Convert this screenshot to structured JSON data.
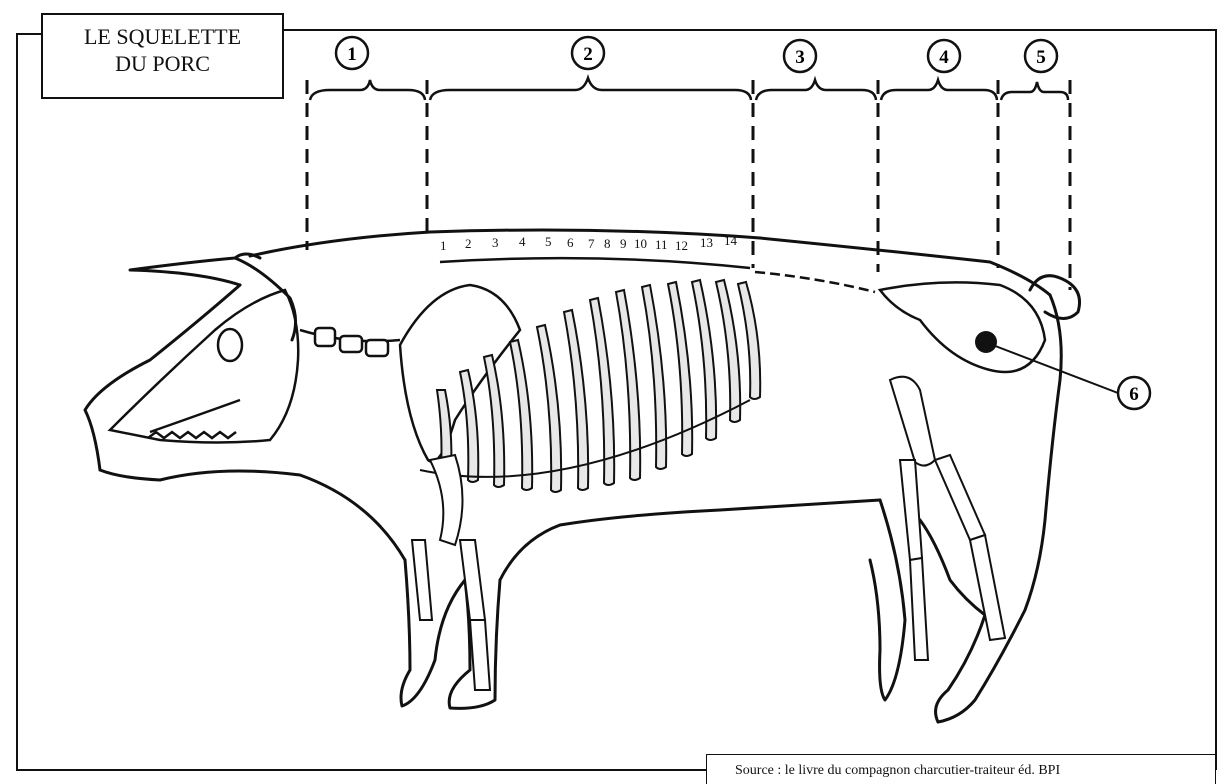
{
  "title": {
    "line1": "LE SQUELETTE",
    "line2": "DU PORC"
  },
  "source": "Source : le livre du compagnon charcutier-traiteur éd. BPI",
  "section_markers": [
    "1",
    "2",
    "3",
    "4",
    "5"
  ],
  "callout_marker": "6",
  "rib_numbers": [
    "1",
    "2",
    "3",
    "4",
    "5",
    "6",
    "7",
    "8",
    "9",
    "10",
    "11",
    "12",
    "13",
    "14"
  ]
}
